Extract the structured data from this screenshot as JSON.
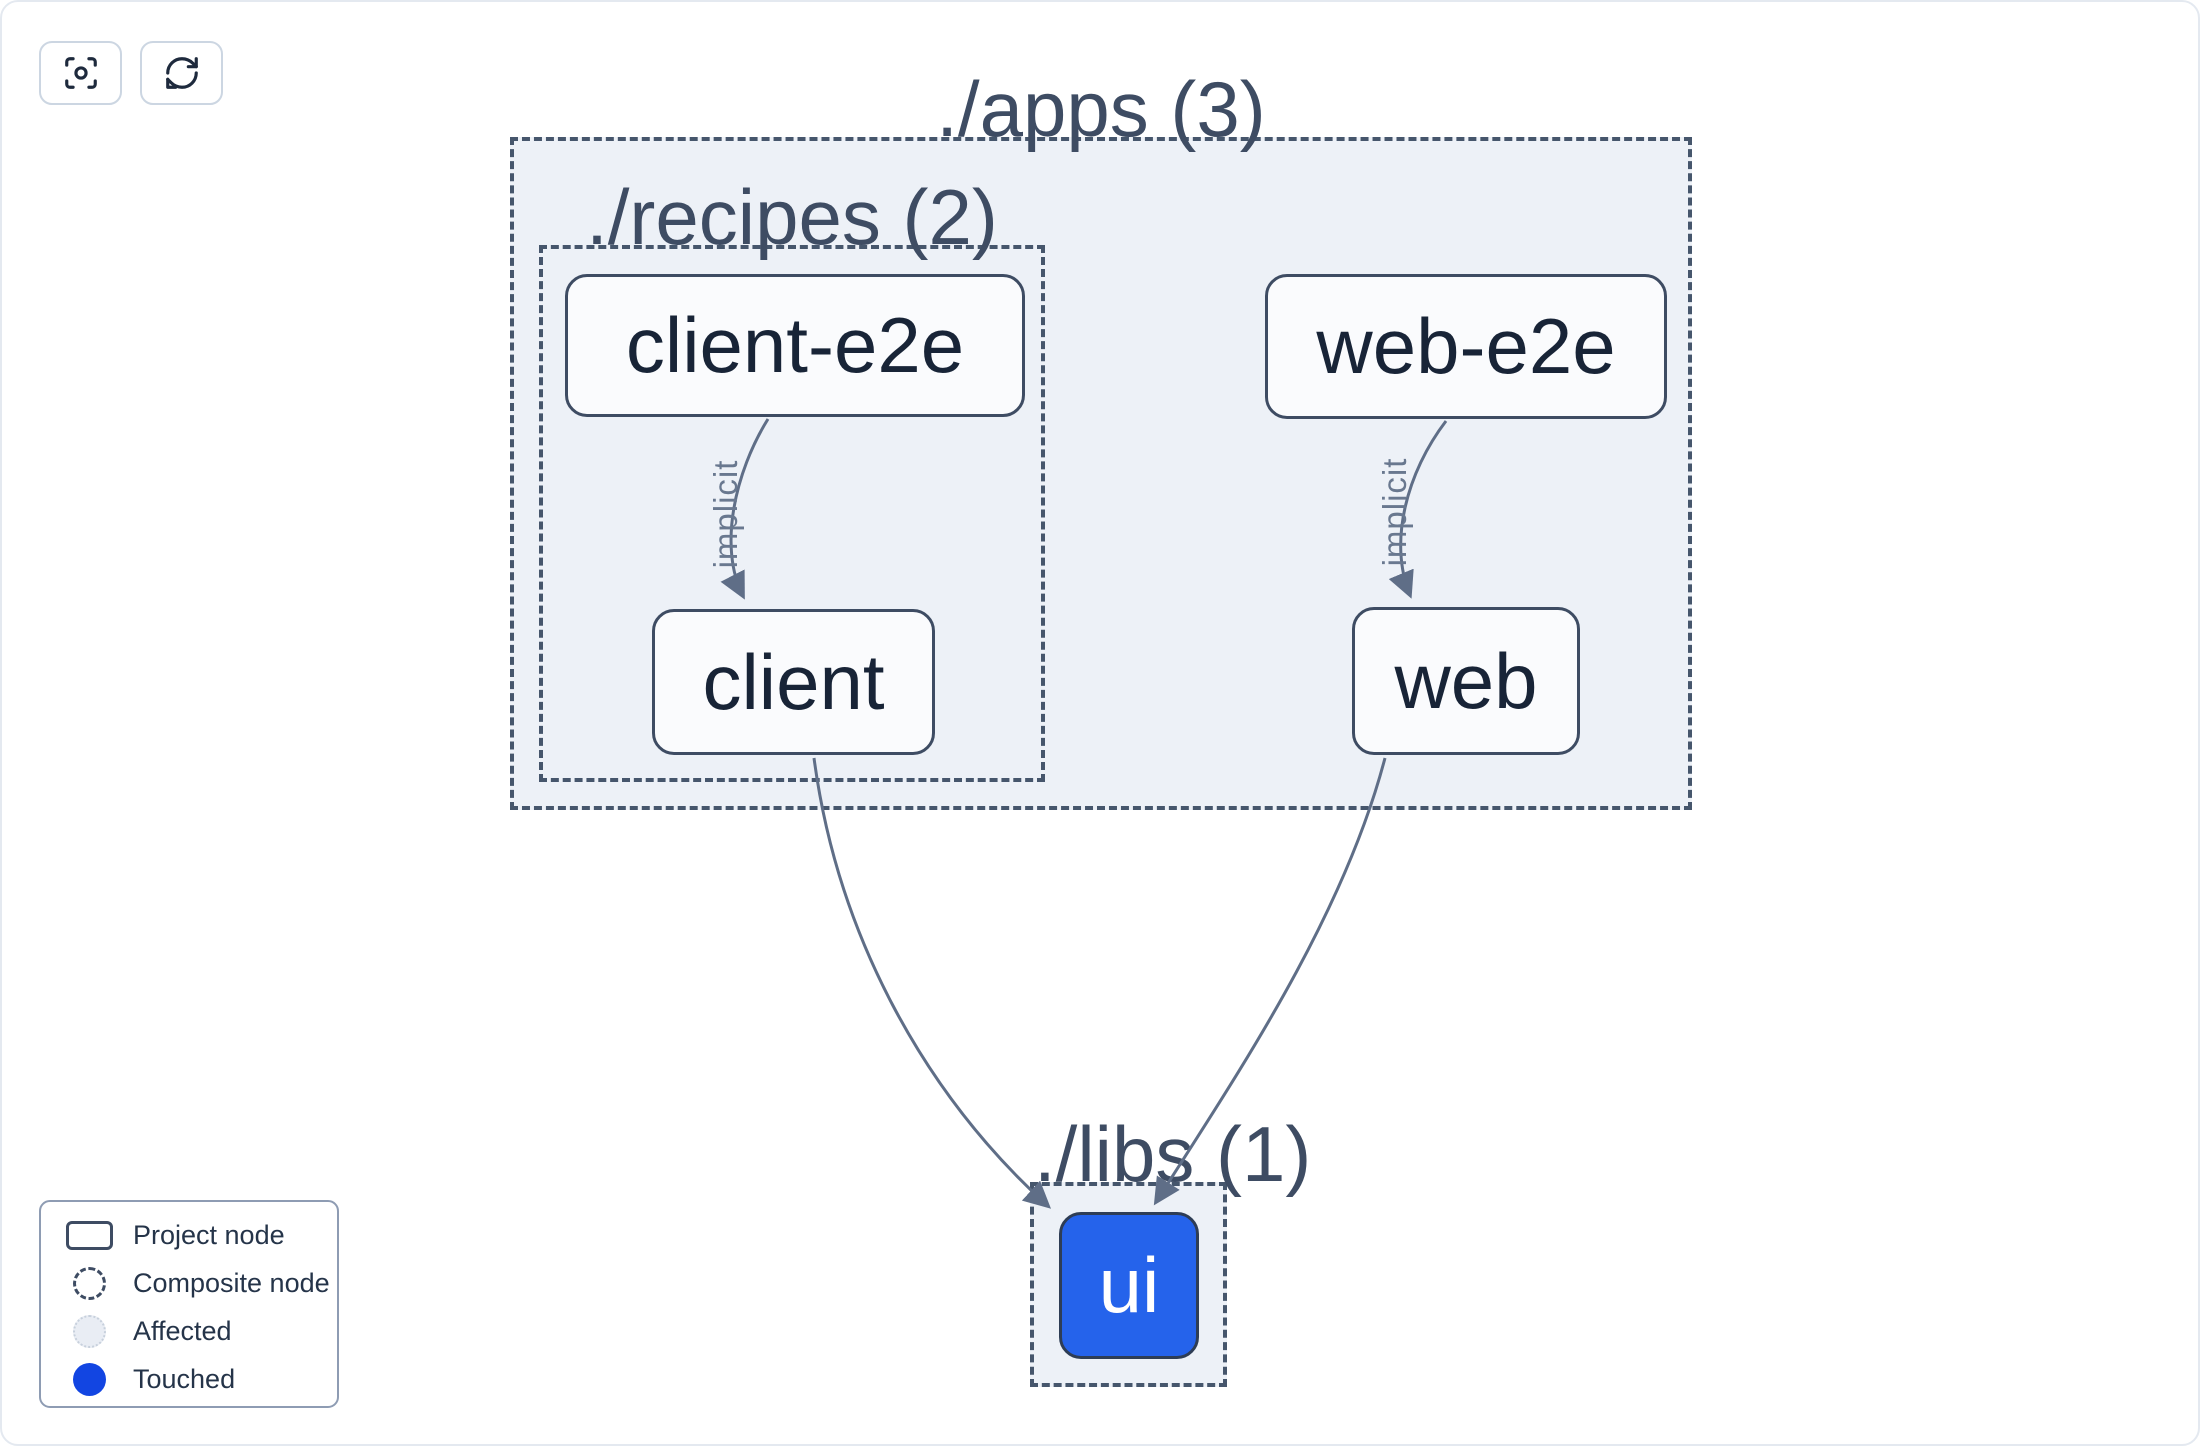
{
  "toolbar": {
    "buttons": [
      {
        "name": "focus",
        "icon": "focus-icon"
      },
      {
        "name": "refresh",
        "icon": "refresh-icon"
      }
    ]
  },
  "graph": {
    "containers": {
      "apps": {
        "path": "./apps",
        "count": 3,
        "label": "./apps (3)"
      },
      "recipes": {
        "path": "./recipes",
        "count": 2,
        "label": "./recipes (2)"
      },
      "libs": {
        "path": "./libs",
        "count": 1,
        "label": "./libs (1)"
      }
    },
    "nodes": {
      "client_e2e": {
        "label": "client-e2e",
        "state": "default"
      },
      "web_e2e": {
        "label": "web-e2e",
        "state": "default"
      },
      "client": {
        "label": "client",
        "state": "default"
      },
      "web": {
        "label": "web",
        "state": "default"
      },
      "ui": {
        "label": "ui",
        "state": "touched"
      }
    },
    "edges": {
      "client_e2e_to_client": {
        "from": "client-e2e",
        "to": "client",
        "type": "implicit",
        "label": "implicit"
      },
      "web_e2e_to_web": {
        "from": "web-e2e",
        "to": "web",
        "type": "implicit",
        "label": "implicit"
      },
      "client_to_ui": {
        "from": "client",
        "to": "ui",
        "type": "static"
      },
      "web_to_ui": {
        "from": "web",
        "to": "ui",
        "type": "static"
      }
    }
  },
  "legend": {
    "items": [
      {
        "swatch": "project-node",
        "label": "Project node"
      },
      {
        "swatch": "composite-node",
        "label": "Composite node"
      },
      {
        "swatch": "affected",
        "label": "Affected"
      },
      {
        "swatch": "touched",
        "label": "Touched"
      }
    ]
  },
  "colors": {
    "touched_node_fill": "#2563eb",
    "legend_touched_fill": "#1245e2",
    "container_fill": "#edf1f7",
    "dashed_border": "#46566c",
    "node_border": "#3e4c63",
    "node_text": "#182437",
    "edge_stroke": "#5f6e87",
    "canvas_border": "#e4e9f0"
  }
}
